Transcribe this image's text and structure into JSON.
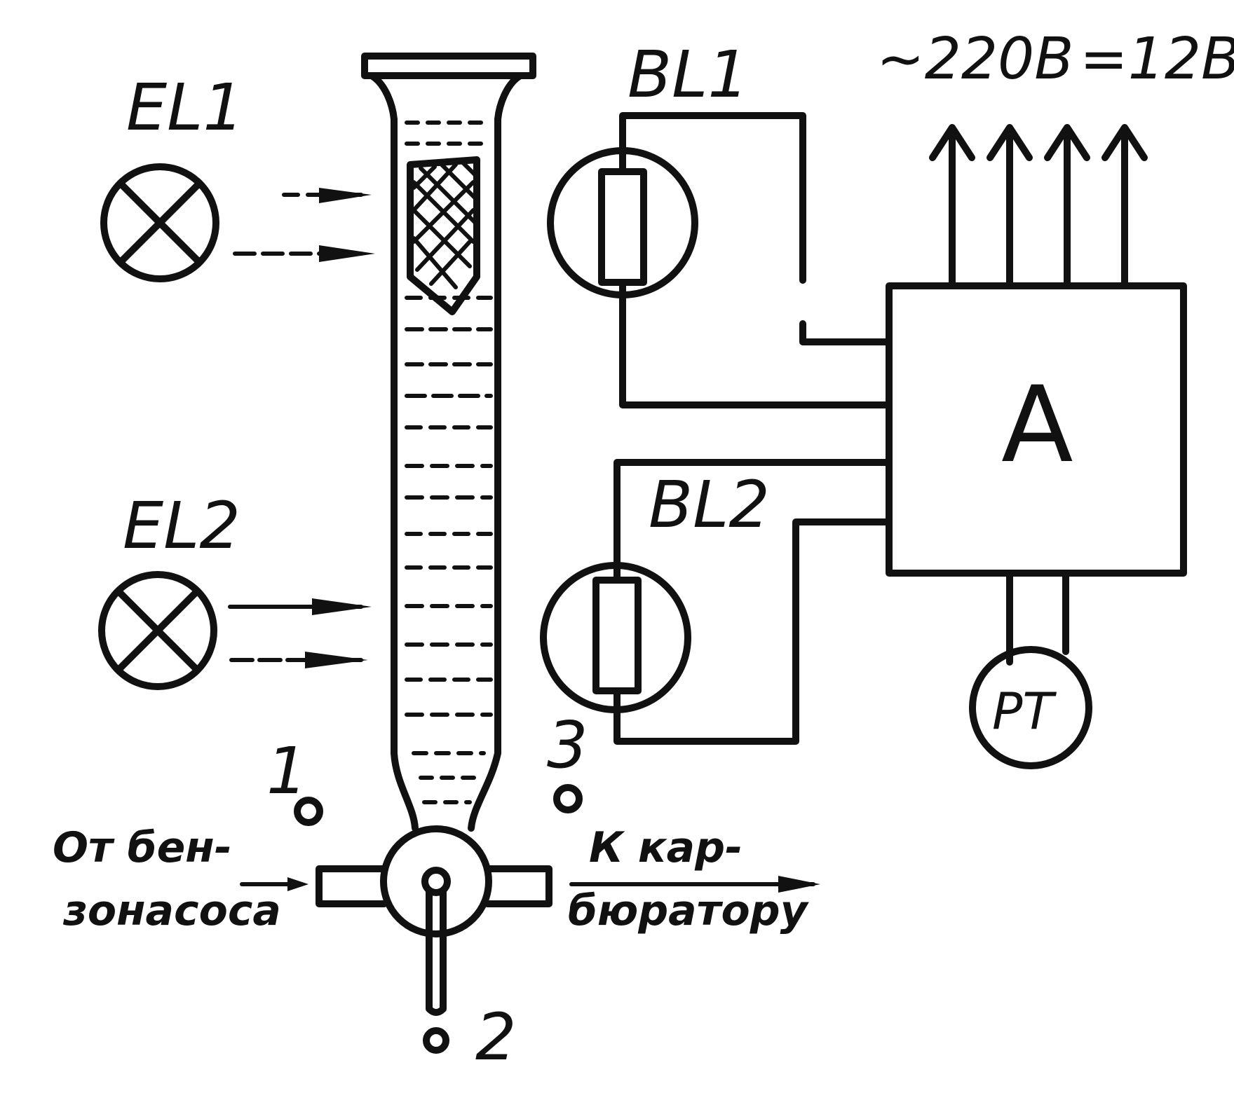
{
  "labels": {
    "el1": "EL1",
    "el2": "EL2",
    "bl1": "BL1",
    "bl2": "BL2",
    "block_a": "A",
    "pt": "PT",
    "ac_supply": "~220B",
    "dc_supply": "=12B",
    "port_1": "1",
    "port_2": "2",
    "port_3": "3",
    "inlet_line1": "От бен-",
    "inlet_line2": "зонасоса",
    "outlet_line1": "К кар-",
    "outlet_line2": "бюратору"
  }
}
